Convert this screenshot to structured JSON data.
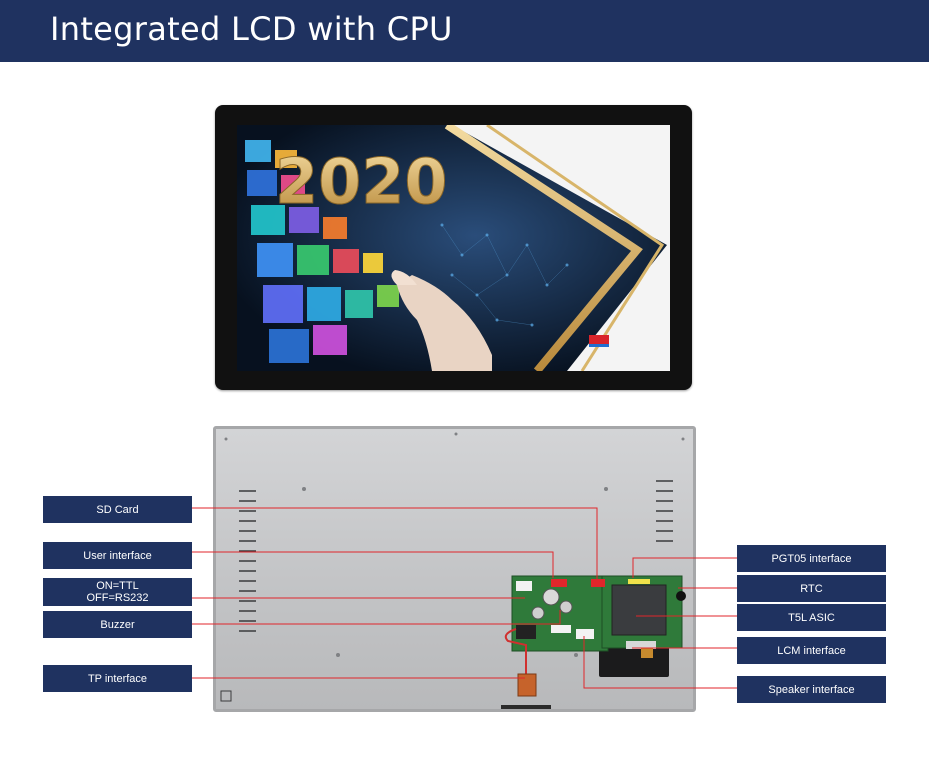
{
  "header": {
    "title": "Integrated LCD with CPU"
  },
  "screen": {
    "year_text": "2020"
  },
  "labels_left": {
    "sd_card": "SD Card",
    "user_interface": "User interface",
    "ttl_line1": "ON=TTL",
    "ttl_line2": "OFF=RS232",
    "buzzer": "Buzzer",
    "tp_interface": "TP interface"
  },
  "labels_right": {
    "pgt05": "PGT05 interface",
    "rtc": "RTC",
    "t5l": "T5L ASIC",
    "lcm": "LCM interface",
    "speaker": "Speaker interface"
  },
  "colors": {
    "header_bg": "#1f3260",
    "label_bg": "#1f3260",
    "leader_line": "#e0262b",
    "pcb_green": "#2f7a3a"
  },
  "icons": [
    "dwin-logo-icon"
  ]
}
